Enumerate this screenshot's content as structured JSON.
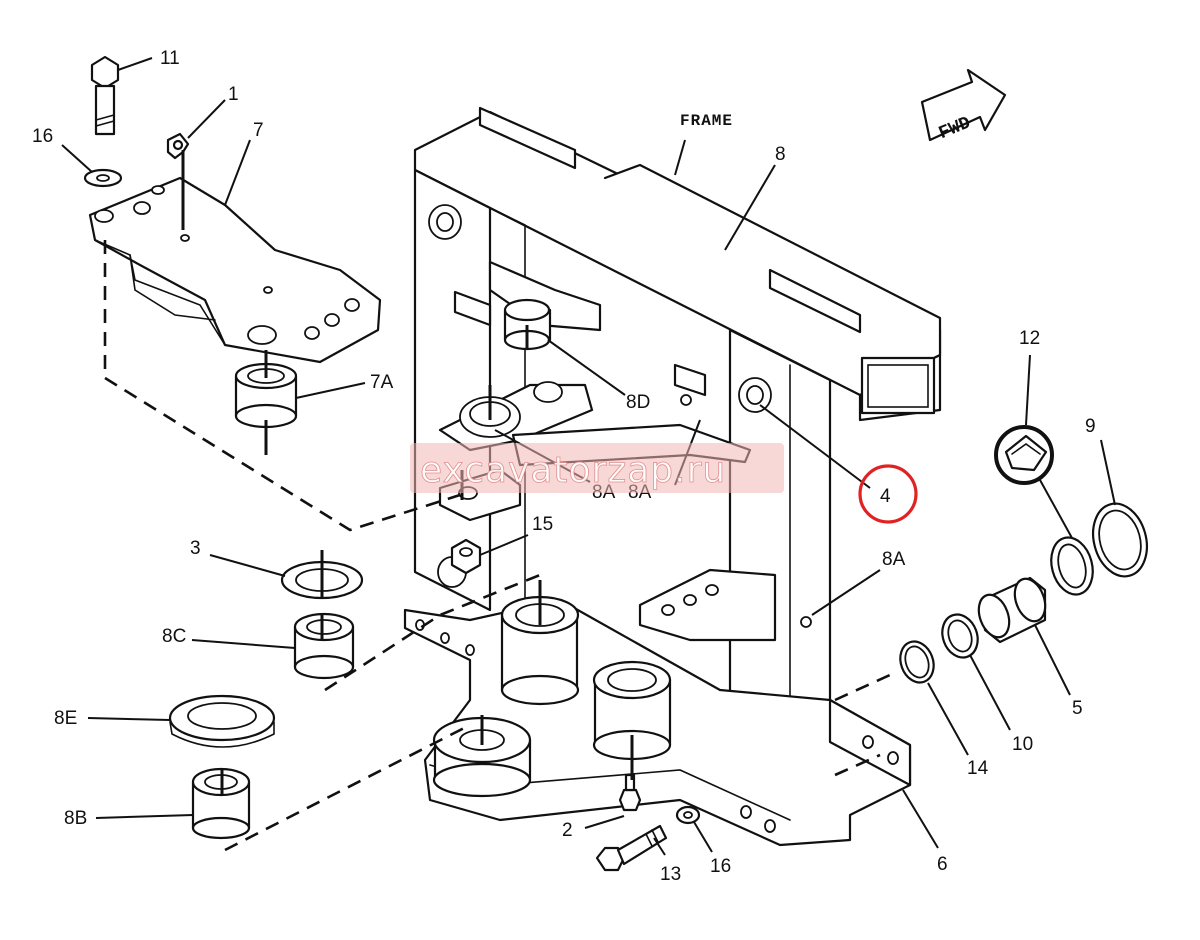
{
  "diagram": {
    "frame_label": "FRAME",
    "fwd_label": "FWD",
    "watermark": "excavatorzap.ru",
    "highlight_color": "#e02222",
    "callouts": {
      "c11": "11",
      "c1": "1",
      "c16a": "16",
      "c7": "7",
      "c8": "8",
      "c7a": "7A",
      "c8d": "8D",
      "c8a1": "8A",
      "c8a2": "8A",
      "c8a3": "8A",
      "c4": "4",
      "c12": "12",
      "c9": "9",
      "c3": "3",
      "c15": "15",
      "c8c": "8C",
      "c8e": "8E",
      "c8b": "8B",
      "c2": "2",
      "c13": "13",
      "c16b": "16",
      "c14": "14",
      "c10": "10",
      "c5": "5",
      "c6": "6"
    }
  }
}
